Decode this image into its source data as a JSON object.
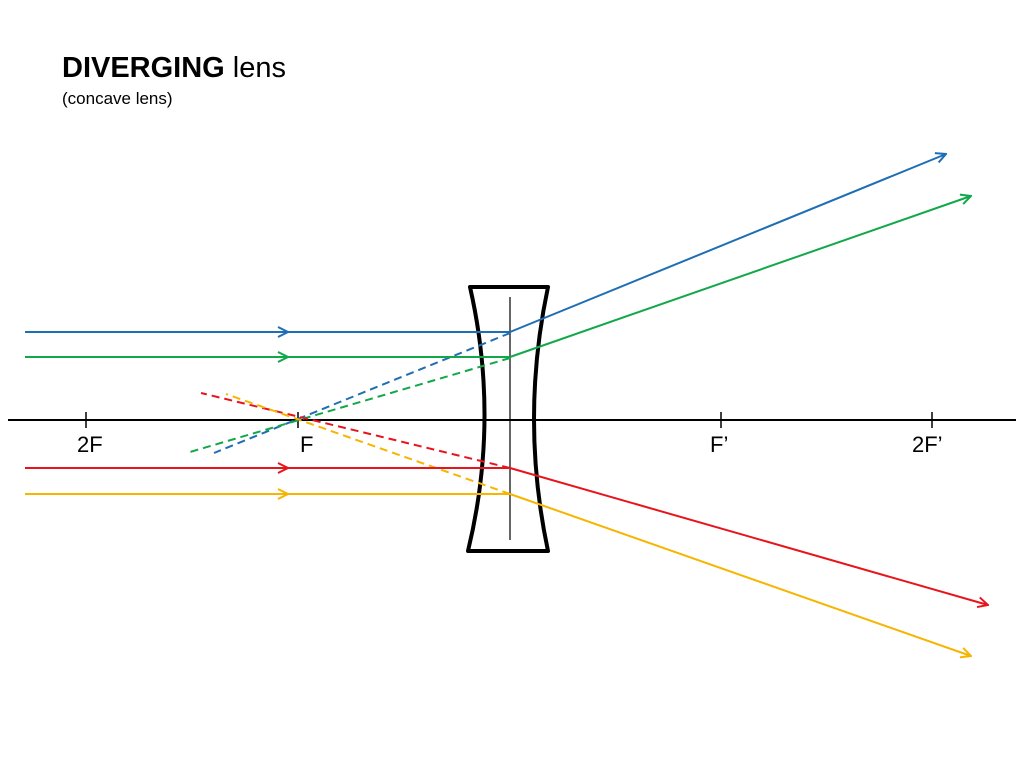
{
  "title": {
    "strong": "DIVERGING",
    "rest": " lens",
    "subtitle": "(concave lens)"
  },
  "axis_labels": [
    "2F",
    "F",
    "F’",
    "2F’"
  ],
  "colors": {
    "blue": "#1f6eb4",
    "green": "#12a84a",
    "red": "#e8141c",
    "yellow": "#f7b500",
    "axis": "#000000"
  }
}
